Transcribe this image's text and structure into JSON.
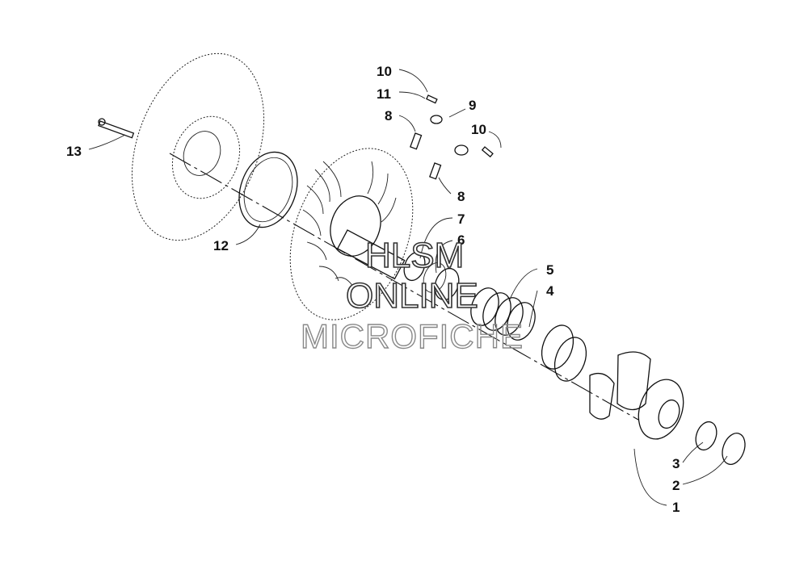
{
  "diagram": {
    "callouts": [
      "13",
      "12",
      "10",
      "11",
      "8",
      "9",
      "10",
      "8",
      "7",
      "6",
      "5",
      "4",
      "3",
      "2",
      "1"
    ],
    "watermark": {
      "line1": "HLSM",
      "line2": "ONLINE",
      "line3": "MICROFICHE"
    }
  }
}
